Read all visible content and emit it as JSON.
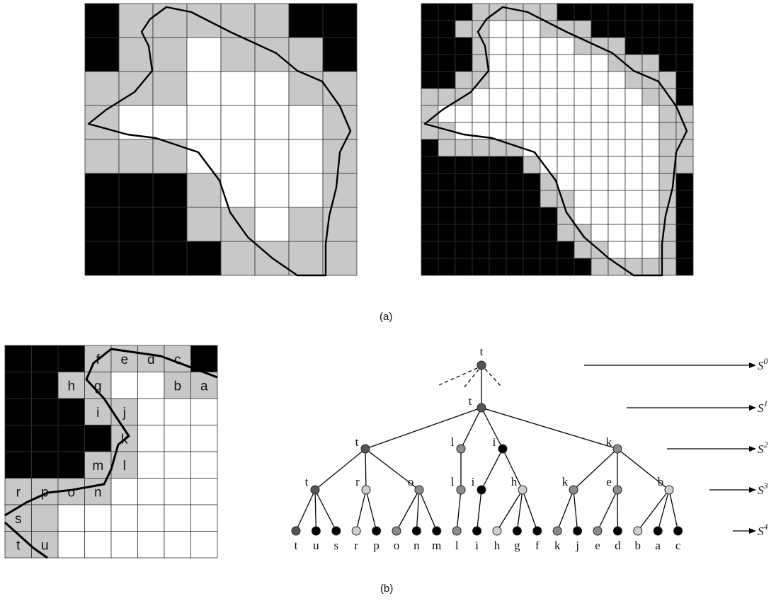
{
  "captions": {
    "a": "(a)",
    "b": "(b)"
  },
  "colors": {
    "black": "#000000",
    "gray": "#c8c8c8",
    "white": "#ffffff",
    "node_dark": "#555555",
    "node_gray": "#8c8c8c",
    "node_light": "#cfcfcf",
    "node_black": "#000000"
  },
  "panel_b_grid_labels": [
    "a",
    "b",
    "c",
    "d",
    "e",
    "f",
    "g",
    "h",
    "i",
    "j",
    "k",
    "l",
    "m",
    "n",
    "o",
    "p",
    "r",
    "s",
    "t",
    "u"
  ],
  "tree": {
    "levels": [
      {
        "label": "S",
        "sup": "0"
      },
      {
        "label": "S",
        "sup": "1"
      },
      {
        "label": "S",
        "sup": "2"
      },
      {
        "label": "S",
        "sup": "3"
      },
      {
        "label": "S",
        "sup": "4"
      }
    ],
    "root": "t",
    "level1": [
      "t"
    ],
    "level2": [
      "t",
      "l",
      "i",
      "k"
    ],
    "level3": [
      "t",
      "r",
      "o",
      "l",
      "i",
      "h",
      "k",
      "e",
      "b"
    ],
    "leaves": [
      "t",
      "u",
      "s",
      "r",
      "p",
      "o",
      "n",
      "m",
      "l",
      "i",
      "h",
      "g",
      "f",
      "k",
      "j",
      "e",
      "d",
      "b",
      "a",
      "c"
    ]
  }
}
